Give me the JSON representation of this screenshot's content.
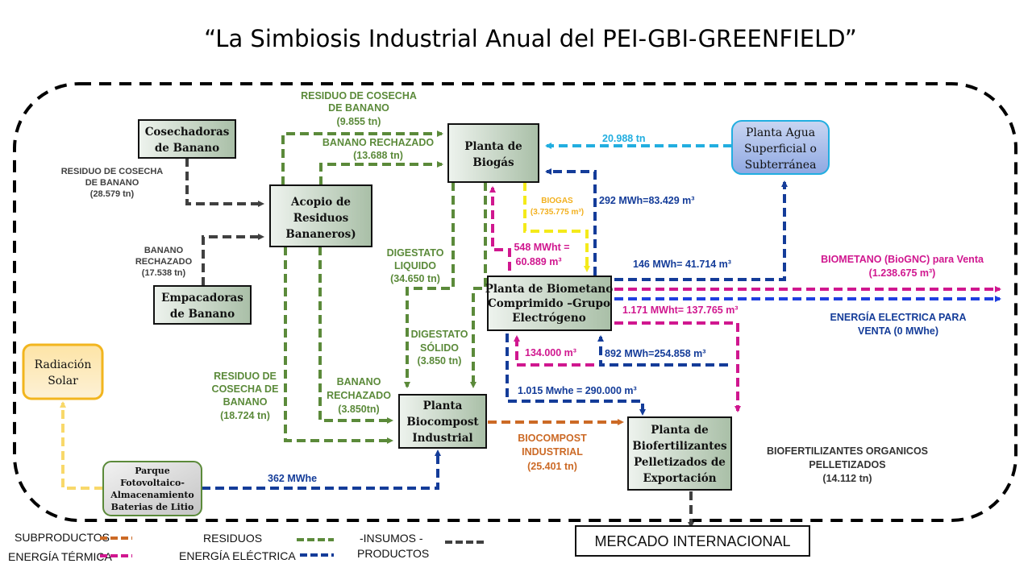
{
  "title": "“La Simbiosis Industrial Anual del PEI-GBI-GREENFIELD”",
  "colors": {
    "residuos": "#5b8a3a",
    "insumos": "#404040",
    "energia_termica": "#d0178f",
    "energia_electrica": "#143c99",
    "electrica_venta": "#1e3fe0",
    "subproductos": "#cc6a26",
    "agua": "#22aee0",
    "biogas": "#f4ea1a",
    "biogas_label": "#f2b01e",
    "solar": "#f8d86a",
    "boundary": "#000000"
  },
  "nodes": {
    "cosechadoras": [
      "Cosechadoras",
      "de Banano"
    ],
    "empacadoras": [
      "Empacadoras",
      "de Banano"
    ],
    "acopio": [
      "Acopio de",
      "Residuos",
      "Bananeros)"
    ],
    "biogas": [
      "Planta de",
      "Biogás"
    ],
    "biometano": [
      "Planta de Biometano",
      "Comprimido –Grupo",
      "Electrógeno"
    ],
    "biocompost": [
      "Planta",
      "Biocompost",
      "Industrial"
    ],
    "biofertilizantes": [
      "Planta de",
      "Biofertilizantes",
      "Pelletizados de",
      "Exportación"
    ],
    "agua": [
      "Planta Agua",
      "Superficial o",
      "Subterránea"
    ],
    "solar": [
      "Radiación",
      "Solar"
    ],
    "fotovoltaico": [
      "Parque",
      "Fotovoltaico-",
      "Almacenamiento",
      "Baterias de Litio"
    ],
    "mercado": "MERCADO INTERNACIONAL"
  },
  "flows": {
    "cosechadoras_acopio": [
      "RESIDUO DE COSECHA",
      "DE BANANO",
      "(28.579 tn)"
    ],
    "empacadoras_acopio": [
      "BANANO",
      "RECHAZADO",
      "(17.538 tn)"
    ],
    "acopio_biogas_residuo": [
      "RESIDUO DE COSECHA",
      "DE BANANO",
      "(9.855 tn)"
    ],
    "acopio_biogas_rechazado": [
      "BANANO RECHAZADO",
      "(13.688 tn)"
    ],
    "digestato_liquido": [
      "DIGESTATO",
      "LIQUIDO",
      "(34.650 tn)"
    ],
    "digestato_solido": [
      "DIGESTATO",
      "SÓLIDO",
      "(3.850 tn)"
    ],
    "acopio_biocompost_residuo": [
      "RESIDUO DE",
      "COSECHA DE",
      "BANANO",
      "(18.724 tn)"
    ],
    "acopio_biocompost_rechazado": [
      "BANANO",
      "RECHAZADO",
      "(3.850tn)"
    ],
    "agua_biogas": "20.988 tn",
    "biogas_out": [
      "BIOGAS",
      "(3.735.775 m³)"
    ],
    "termica_biogas": [
      "548 MWht =",
      "60.889 m³"
    ],
    "electrica_biogas": "292 MWh=83.429 m³",
    "electrica_agua": "146 MWh= 41.714 m³",
    "biometano_venta": [
      "BIOMETANO (BioGNC) para Venta",
      "(1.238.675 m³)"
    ],
    "electrica_venta": [
      "ENERGÍA ELECTRICA  PARA",
      "VENTA (0 MWhe)"
    ],
    "termica_biofert": "1.171 MWht= 137.765 m³",
    "termica_retorno": "134.000 m³",
    "electrica_retorno": "892 MWh=254.858 m³",
    "electrica_biofert": "1.015 Mwhe = 290.000 m³",
    "biocompost_out": [
      "BIOCOMPOST",
      "INDUSTRIAL",
      "(25.401 tn)"
    ],
    "biofert_out": [
      "BIOFERTILIZANTES ORGANICOS",
      "PELLETIZADOS",
      "(14.112 tn)"
    ],
    "fv_biocompost": "362 MWhe"
  },
  "legend": {
    "subproductos": "SUBPRODUCTOS",
    "energia_termica": "ENERGÍA TÉRMICA",
    "residuos": "RESIDUOS",
    "energia_electrica": "ENERGÍA ELÉCTRICA",
    "insumos_1": "-INSUMOS -",
    "insumos_2": "PRODUCTOS"
  }
}
